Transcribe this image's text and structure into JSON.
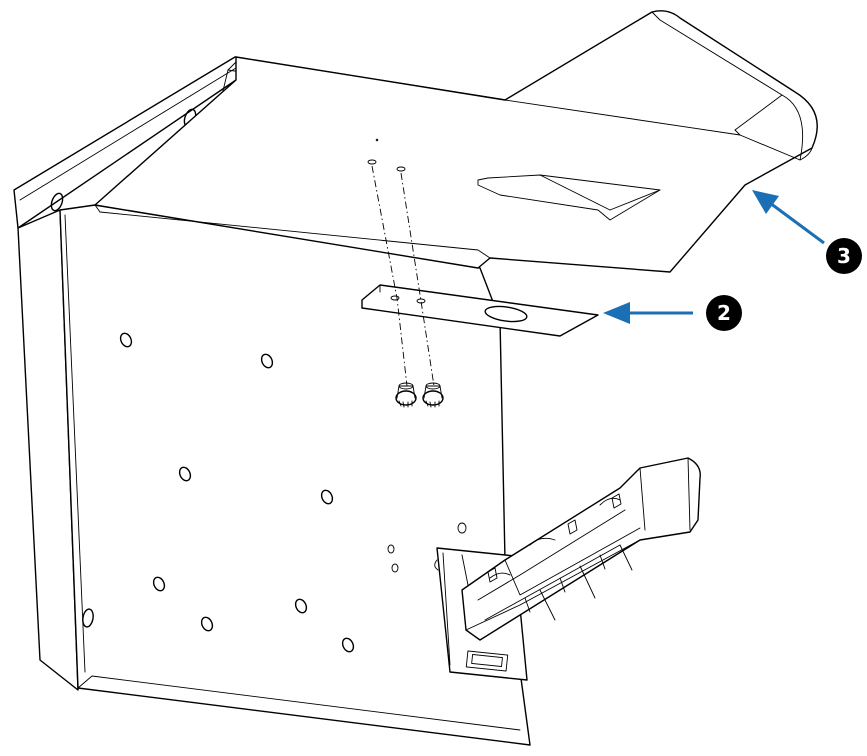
{
  "callouts": [
    {
      "id": "callout-2",
      "label": "2",
      "target": "mounting-plate"
    },
    {
      "id": "callout-3",
      "label": "3",
      "target": "top-shelf-panel"
    }
  ],
  "colors": {
    "line": "#000000",
    "arrow": "#1b6fb5",
    "background": "#ffffff"
  }
}
